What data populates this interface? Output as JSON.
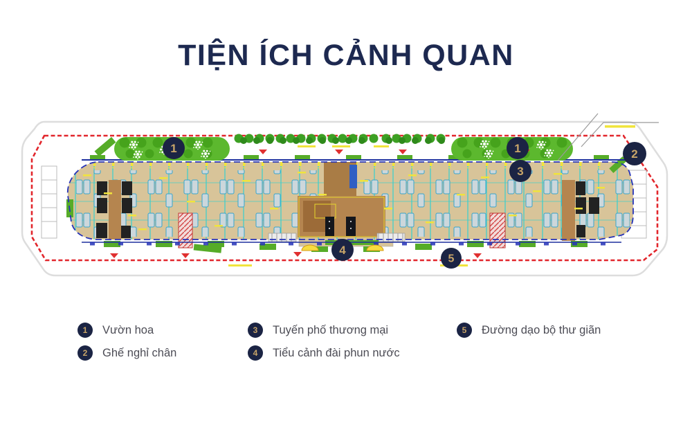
{
  "title": "TIỆN ÍCH CẢNH QUAN",
  "legend": {
    "items": [
      {
        "num": "1",
        "label": "Vườn hoa"
      },
      {
        "num": "2",
        "label": "Ghế nghỉ chân"
      },
      {
        "num": "3",
        "label": "Tuyến phố thương mại"
      },
      {
        "num": "4",
        "label": "Tiểu cảnh đài phun nước"
      },
      {
        "num": "5",
        "label": "Đường dạo bộ thư giãn"
      }
    ]
  },
  "plan": {
    "markers": [
      {
        "num": "1",
        "meaning": "Vườn hoa"
      },
      {
        "num": "1",
        "meaning": "Vườn hoa"
      },
      {
        "num": "2",
        "meaning": "Ghế nghỉ chân"
      },
      {
        "num": "3",
        "meaning": "Tuyến phố thương mại"
      },
      {
        "num": "4",
        "meaning": "Tiểu cảnh đài phun nước"
      },
      {
        "num": "5",
        "meaning": "Đường dạo bộ thư giãn"
      }
    ]
  },
  "colors": {
    "title_navy": "#1d2950",
    "badge_bg": "#1b2444",
    "badge_num_gold": "#c8a569",
    "legend_text": "#4c4c55",
    "perimeter_red": "#e2262c",
    "building_tan": "#d8c499",
    "grid_cyan": "#35cfd0",
    "outline_blue": "#2633b8",
    "garden_green": "#56ac28",
    "core_brown": "#b5854f",
    "label_yellow": "#f0e43c"
  }
}
